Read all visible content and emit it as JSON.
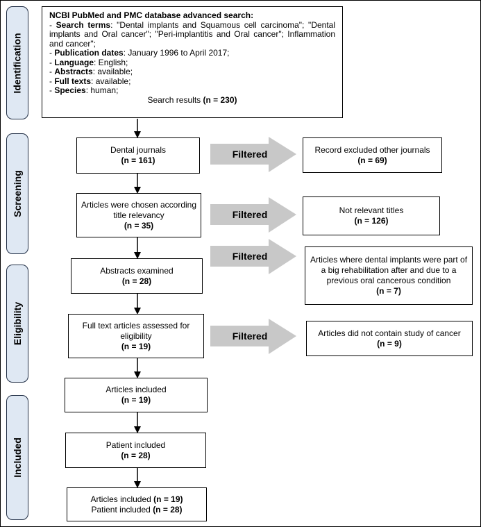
{
  "stages": {
    "identification": "Identification",
    "screening": "Screening",
    "eligibility": "Eligibility",
    "included": "Included"
  },
  "search": {
    "heading": "NCBI PubMed and PMC database advanced search:",
    "terms_label": "Search terms",
    "terms_value": ": \"Dental implants and Squamous cell carcinoma\"; \"Dental implants and Oral cancer\"; \"Peri-implantitis and Oral cancer\"; Inflammation and cancer\";",
    "dates_label": "Publication dates",
    "dates_value": ": January 1996 to April 2017;",
    "language_label": "Language",
    "language_value": ": English;",
    "abstracts_label": "Abstracts",
    "abstracts_value": ": available;",
    "fulltexts_label": "Full texts",
    "fulltexts_value": ": available;",
    "species_label": "Species",
    "species_value": ": human;",
    "results_label": "Search results ",
    "results_value": "(n = 230)"
  },
  "filtered_label": "Filtered",
  "steps": [
    {
      "text": "Dental journals",
      "count": "(n = 161)"
    },
    {
      "text": "Articles were chosen according title relevancy",
      "count": "(n = 35)"
    },
    {
      "text": "Abstracts examined",
      "count": "(n = 28)"
    },
    {
      "text": "Full text articles assessed for eligibility",
      "count": "(n = 19)"
    },
    {
      "text": "Articles included",
      "count": "(n = 19)"
    },
    {
      "text": "Patient included",
      "count": "(n = 28)"
    }
  ],
  "exclusions": [
    {
      "text": "Record excluded other journals",
      "count": "(n = 69)"
    },
    {
      "text": "Not relevant titles",
      "count": "(n = 126)"
    },
    {
      "text": "Articles where dental implants were part of a big rehabilitation after and due to a previous oral cancerous condition",
      "count": "(n = 7)"
    },
    {
      "text": "Articles did not contain study of cancer",
      "count": "(n = 9)"
    }
  ],
  "final": {
    "articles_label": "Articles included ",
    "articles_count": "(n = 19)",
    "patients_label": "Patient included ",
    "patients_count": "(n = 28)"
  },
  "colors": {
    "stage_fill": "#dfe8f3",
    "stage_border": "#1f2d44",
    "arrow_fill": "#c8c8c8"
  }
}
